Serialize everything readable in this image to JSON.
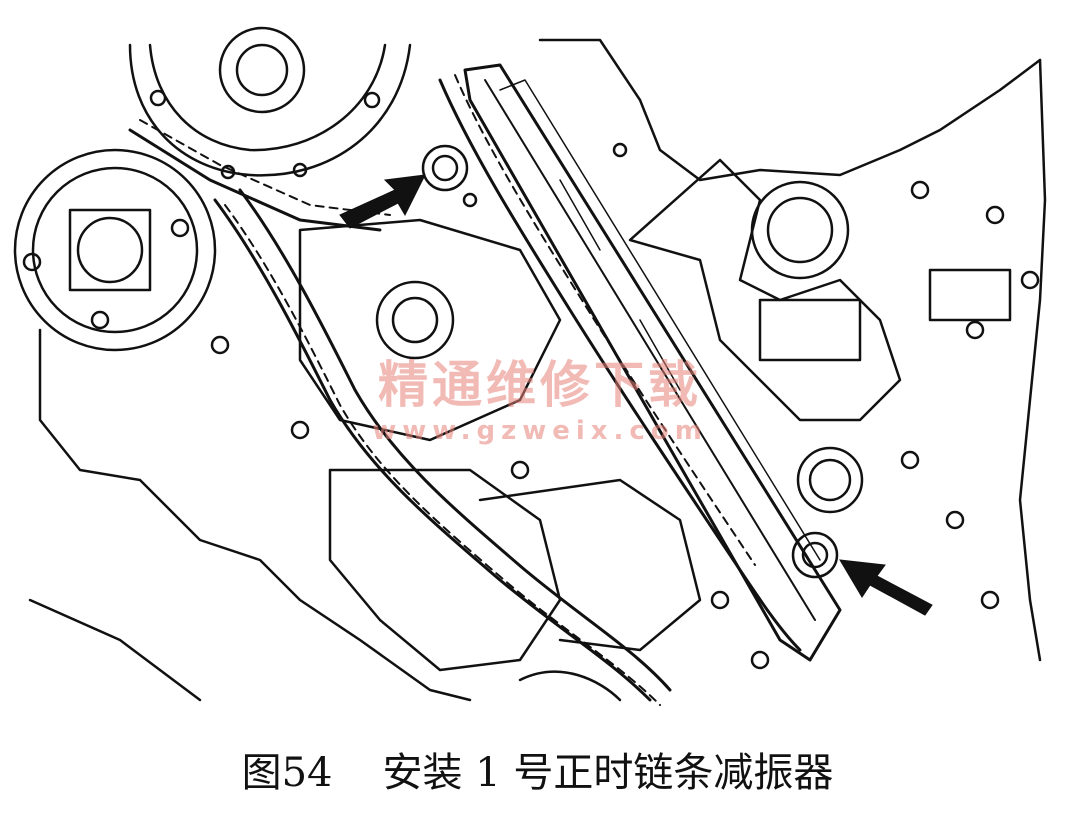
{
  "caption": {
    "figure_number": "图54",
    "title": "安装 1 号正时链条减振器"
  },
  "watermark": {
    "name": "精通维修下载",
    "url": "www.gzweix.com"
  },
  "colors": {
    "line": "#111111",
    "arrow_fill": "#111111",
    "watermark": "#e68278"
  }
}
